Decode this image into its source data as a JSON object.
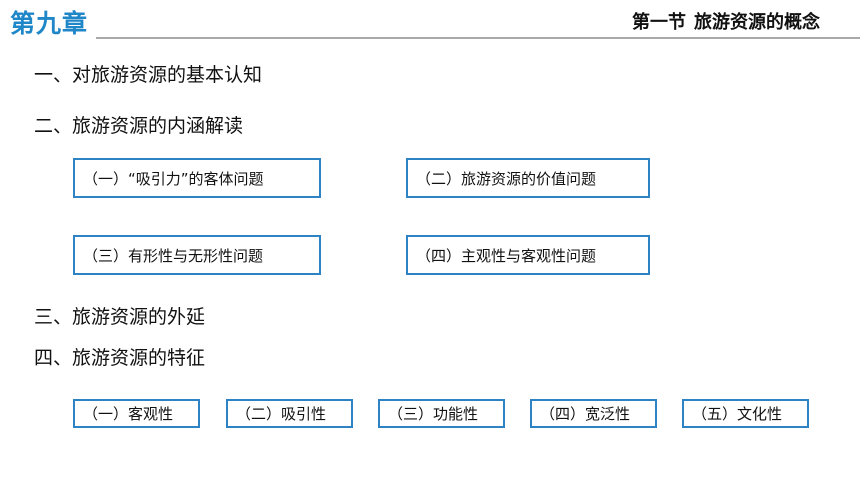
{
  "header": {
    "chapter": "第九章",
    "section_number": "第一节",
    "section_name": "旅游资源的概念"
  },
  "headings": [
    "一、对旅游资源的基本认知",
    "二、旅游资源的内涵解读",
    "三、旅游资源的外延",
    "四、旅游资源的特征"
  ],
  "connotation_items": [
    "（一）“吸引力”的客体问题",
    "（二）旅游资源的价值问题",
    "（三）有形性与无形性问题",
    "（四）主观性与客观性问题"
  ],
  "feature_items": [
    "（一）客观性",
    "（二）吸引性",
    "（三）功能性",
    "（四）宽泛性",
    "（五）文化性"
  ],
  "colors": {
    "accent": "#1f86c8",
    "box_border": "#2e83c4",
    "rule": "#a9a9a9"
  }
}
